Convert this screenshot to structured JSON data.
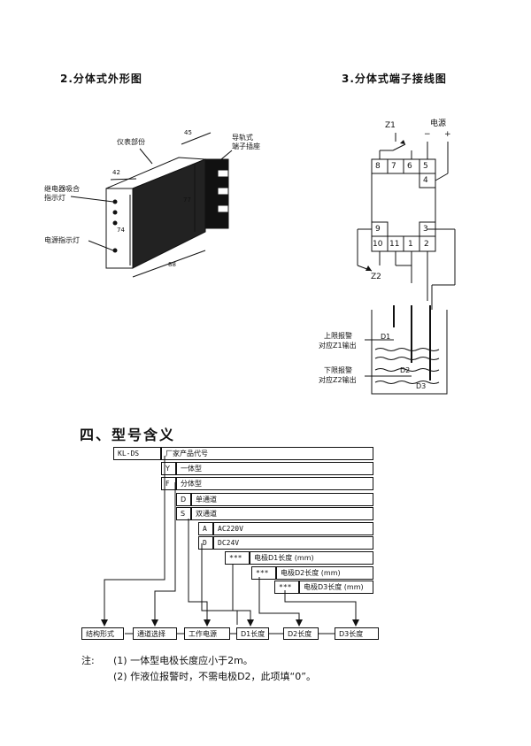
{
  "sections": {
    "outline_title": "2.分体式外形图",
    "wiring_title": "3.分体式端子接线图",
    "model_title": "四、型号含义"
  },
  "outline": {
    "meter_part": "仪表部份",
    "rail_socket_line1": "导轨式",
    "rail_socket_line2": "端子插座",
    "relay_indicator_line1": "继电器吸合",
    "relay_indicator_line2": "指示灯",
    "power_indicator": "电源指示灯",
    "dim_45": "45",
    "dim_42": "42",
    "dim_77": "77",
    "dim_74": "74",
    "dim_88": "88"
  },
  "wiring": {
    "z1": "Z1",
    "z2": "Z2",
    "power": "电源",
    "minus": "−",
    "plus": "+",
    "terminals": [
      "8",
      "7",
      "6",
      "5",
      "4",
      "9",
      "3",
      "10",
      "11",
      "1",
      "2"
    ],
    "upper_alarm_line1": "上限报警",
    "upper_alarm_line2": "对应Z1输出",
    "lower_alarm_line1": "下限报警",
    "lower_alarm_line2": "对应Z2输出",
    "d1": "D1",
    "d2": "D2",
    "d3": "D3"
  },
  "model": {
    "code": "KL-DS",
    "rows": [
      {
        "code": "",
        "desc": "厂家产品代号"
      },
      {
        "code": "Y",
        "desc": "一体型"
      },
      {
        "code": "F",
        "desc": "分体型"
      },
      {
        "code": "D",
        "desc": "单通道"
      },
      {
        "code": "S",
        "desc": "双通道"
      },
      {
        "code": "A",
        "desc": "AC220V"
      },
      {
        "code": "D",
        "desc": "DC24V"
      },
      {
        "code": "***",
        "desc": "电极D1长度 (mm)"
      },
      {
        "code": "***",
        "desc": "电极D2长度 (mm)"
      },
      {
        "code": "***",
        "desc": "电极D3长度 (mm)"
      }
    ],
    "bottom": [
      "结构形式",
      "通道选择",
      "工作电源",
      "D1长度",
      "D2长度",
      "D3长度"
    ]
  },
  "notes": {
    "label": "注:",
    "n1": "(1) 一体型电极长度应小于2m。",
    "n2": "(2) 作液位报警时，不需电极D2，此项填“0”。"
  }
}
